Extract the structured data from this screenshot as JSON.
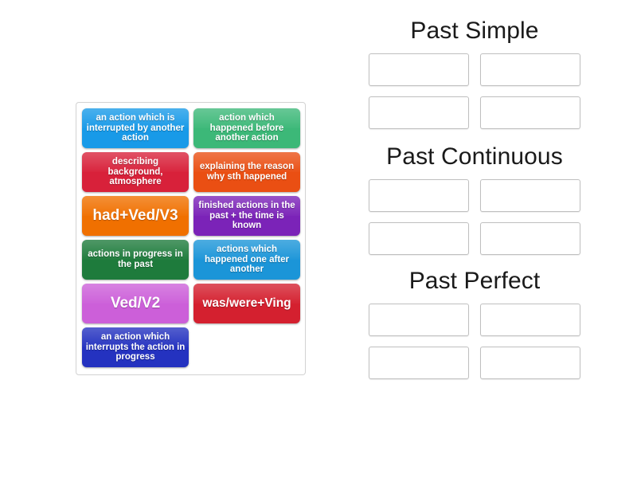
{
  "activity": {
    "type": "group-sort",
    "colors": {
      "tile_blue": "#189ae8",
      "tile_green": "#3cb878",
      "tile_crimson": "#d8213a",
      "tile_orange_dark": "#ea4f13",
      "tile_orange": "#f07000",
      "tile_purple": "#7b23b8",
      "tile_green_dark": "#1e7b3c",
      "tile_blue_mid": "#1b95d8",
      "tile_orchid": "#cc5fd9",
      "tile_red": "#d4202f",
      "tile_blue_dark": "#2432c0",
      "slot_border": "#bfbfbf",
      "tray_border": "#d2d2d2",
      "page_background": "#ffffff",
      "title_text": "#1a1a1a",
      "tile_text": "#ffffff"
    }
  },
  "tray": {
    "tiles": [
      {
        "label": "an action which is interrupted by another action",
        "color": "#189ae8",
        "size": "small"
      },
      {
        "label": "action which happened before another action",
        "color": "#3cb878",
        "size": "small"
      },
      {
        "label": "describing background, atmosphere",
        "color": "#d8213a",
        "size": "small"
      },
      {
        "label": "explaining the reason why sth happened",
        "color": "#ea4f13",
        "size": "small"
      },
      {
        "label": "had+Ved/V3",
        "color": "#f07000",
        "size": "big"
      },
      {
        "label": "finished actions in the past + the time is known",
        "color": "#7b23b8",
        "size": "small"
      },
      {
        "label": "actions in progress in the past",
        "color": "#1e7b3c",
        "size": "small"
      },
      {
        "label": "actions which happened one after another",
        "color": "#1b95d8",
        "size": "small"
      },
      {
        "label": "Ved/V2",
        "color": "#cc5fd9",
        "size": "big"
      },
      {
        "label": "was/were+Ving",
        "color": "#d4202f",
        "size": "mid"
      },
      {
        "label": "an action which interrupts the action in progress",
        "color": "#2432c0",
        "size": "small"
      }
    ]
  },
  "categories": [
    {
      "id": "past-simple",
      "title": "Past Simple",
      "slots": [
        "",
        "",
        "",
        ""
      ]
    },
    {
      "id": "past-continuous",
      "title": "Past Continuous",
      "slots": [
        "",
        "",
        "",
        ""
      ]
    },
    {
      "id": "past-perfect",
      "title": "Past Perfect",
      "slots": [
        "",
        "",
        "",
        ""
      ]
    }
  ]
}
